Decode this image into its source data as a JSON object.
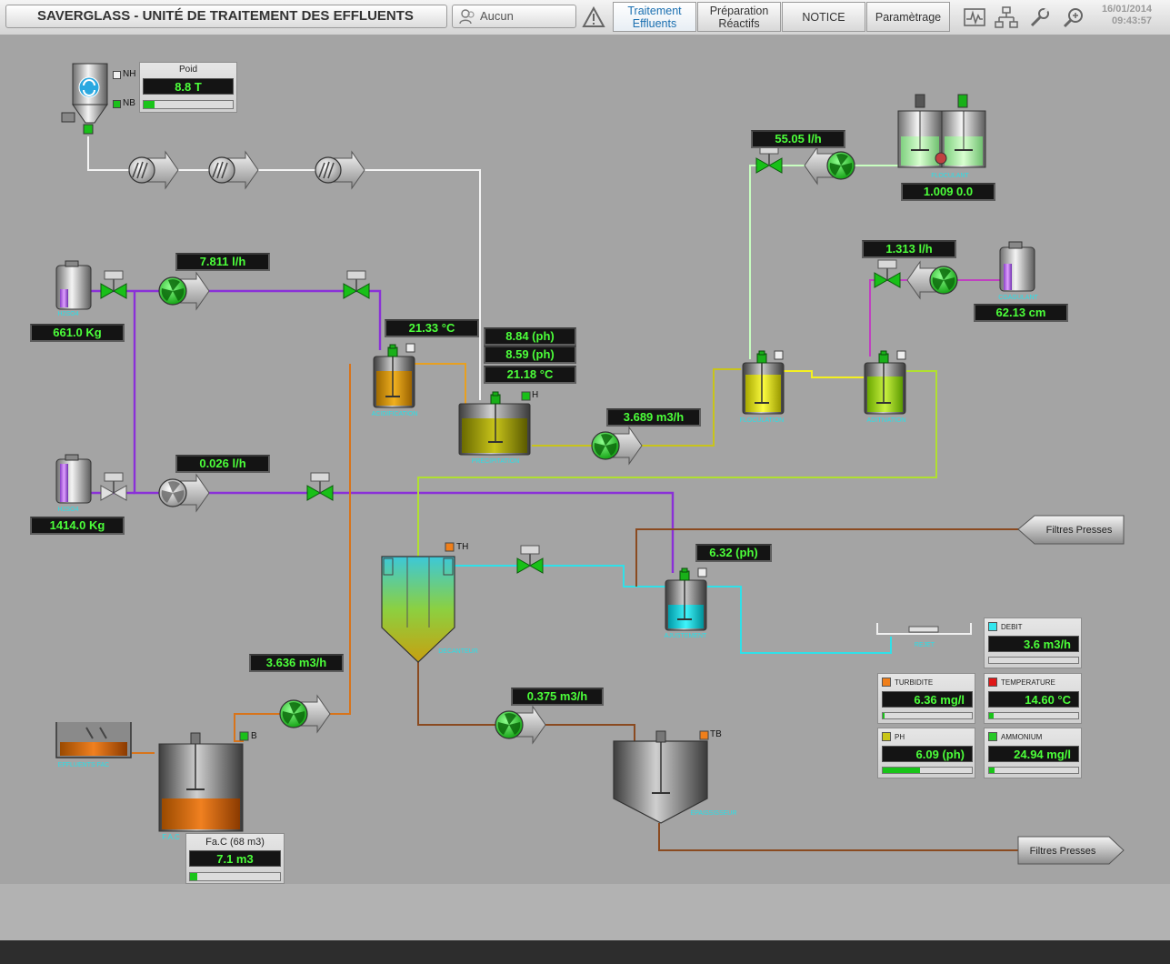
{
  "header": {
    "title": "SAVERGLASS - UNITÉ DE TRAITEMENT DES EFFLUENTS",
    "user": "Aucun",
    "nav": [
      {
        "label_1": "Traitement",
        "label_2": "Effluents"
      },
      {
        "label_1": "Préparation",
        "label_2": "Réactifs"
      },
      {
        "label_1": "NOTICE",
        "label_2": ""
      },
      {
        "label_1": "Paramètrage",
        "label_2": ""
      }
    ],
    "date": "16/01/2014",
    "time": "09:43:57"
  },
  "silo": {
    "nh_label": "NH",
    "nb_label": "NB",
    "poid_title": "Poid",
    "poid_value": "8.8 T",
    "poid_level": 0.12
  },
  "h2so4_top": {
    "label": "H2SO4",
    "level_kg": "661.0 Kg",
    "flow": "7.811 l/h"
  },
  "h2so4_bottom": {
    "label": "H2SO4",
    "level_kg": "1414.0 Kg",
    "flow": "0.026 l/h"
  },
  "acidification": {
    "label": "ACIDIFICATION",
    "temp": "21.33 °C"
  },
  "precipitation": {
    "label": "PRECIPITATION",
    "ph1": "8.84 (ph)",
    "ph2": "8.59 (ph)",
    "temp": "21.18 °C",
    "h_label": "H",
    "flow_out": "3.689 m3/h"
  },
  "floculant": {
    "label": "FLOCULANT",
    "flow": "55.05 l/h",
    "readout": "1.009 0.0"
  },
  "coagulant": {
    "label": "COAGULANT",
    "level": "62.13 cm",
    "flow": "1.313 l/h"
  },
  "floculation": {
    "label": "FLOCULATION"
  },
  "additivation": {
    "label": "ADITIVATION"
  },
  "decanteur": {
    "label": "DECANTEUR",
    "th_label": "TH"
  },
  "ajustement": {
    "label": "AJUSTEMENT",
    "ph": "6.32 (ph)"
  },
  "rejet": {
    "label": "REJET"
  },
  "filtres": {
    "top": "Filtres Presses",
    "bottom": "Filtres Presses"
  },
  "fac_line": {
    "flow": "3.636 m3/h"
  },
  "effluents": {
    "label": "EFFLUENTS FAC"
  },
  "fac_tank": {
    "label": "F.A.C",
    "b_label": "B",
    "title": "Fa.C (68 m3)",
    "value": "7.1 m3",
    "level": 0.08
  },
  "epaississeur": {
    "label": "EPAISSISSEUR",
    "tb_label": "TB",
    "flow_in": "0.375 m3/h"
  },
  "panels": [
    {
      "name": "DEBIT",
      "value": "3.6 m3/h",
      "color": "#33e6ee",
      "level": 0.0
    },
    {
      "name": "TURBIDITE",
      "value": "6.36 mg/l",
      "color": "#f07f1a",
      "level": 0.02
    },
    {
      "name": "TEMPERATURE",
      "value": "14.60 °C",
      "color": "#e01818",
      "level": 0.05
    },
    {
      "name": "PH",
      "value": "6.09 (ph)",
      "color": "#c9c618",
      "level": 0.42
    },
    {
      "name": "AMMONIUM",
      "value": "24.94 mg/l",
      "color": "#27c927",
      "level": 0.06
    }
  ]
}
